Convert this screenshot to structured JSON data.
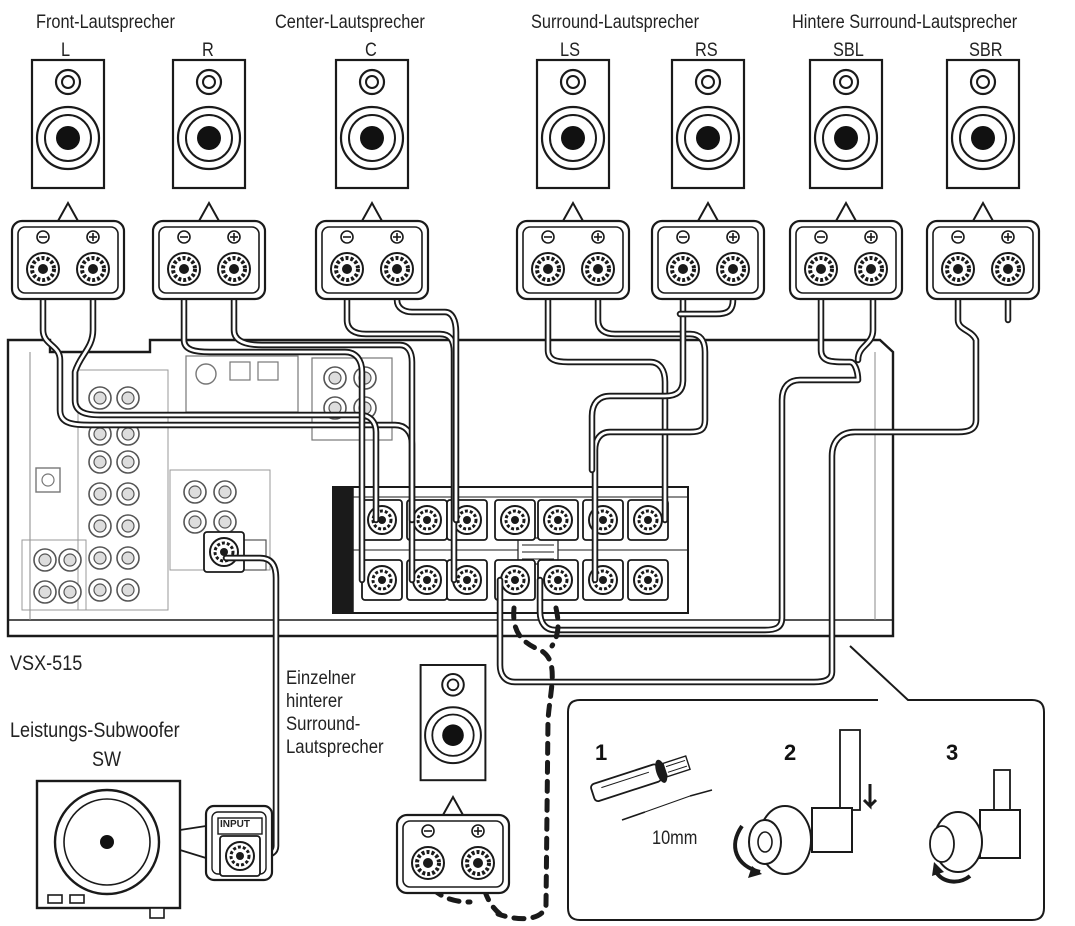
{
  "groups": {
    "front": "Front-Lautsprecher",
    "center": "Center-Lautsprecher",
    "surround": "Surround-Lautsprecher",
    "surround_back": "Hintere Surround-Lautsprecher"
  },
  "speakers": [
    {
      "code": "L"
    },
    {
      "code": "R"
    },
    {
      "code": "C"
    },
    {
      "code": "LS"
    },
    {
      "code": "RS"
    },
    {
      "code": "SBL"
    },
    {
      "code": "SBR"
    }
  ],
  "receiver": {
    "model": "VSX-515"
  },
  "subwoofer": {
    "title": "Leistungs-Subwoofer",
    "code": "SW",
    "input_label": "INPUT"
  },
  "single_back": {
    "lines": [
      "Einzelner",
      "hinterer",
      "Surround-",
      "Lautsprecher"
    ]
  },
  "inset": {
    "steps": [
      "1",
      "2",
      "3"
    ],
    "strip_length": "10mm"
  },
  "terminal_symbols": {
    "minus": "⊖",
    "plus": "⊕"
  },
  "colors": {
    "line": "#1a1a1a",
    "cable_fill": "#ffffff",
    "panel": "#f4f4f4"
  }
}
